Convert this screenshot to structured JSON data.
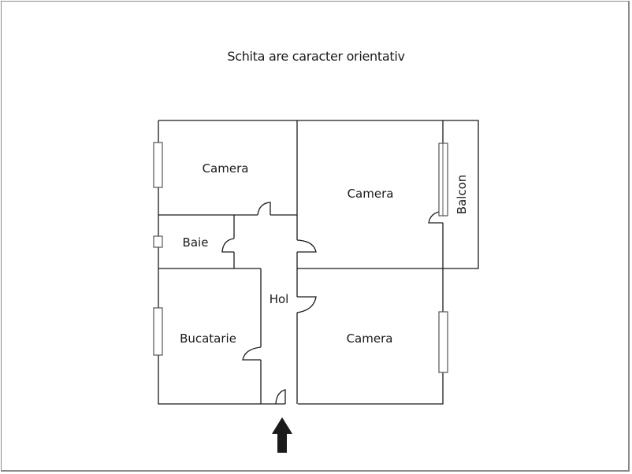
{
  "title": "Schita are caracter orientativ",
  "rooms": [
    {
      "id": "camera-1",
      "label": "Camera"
    },
    {
      "id": "camera-2",
      "label": "Camera"
    },
    {
      "id": "camera-3",
      "label": "Camera"
    },
    {
      "id": "baie",
      "label": "Baie"
    },
    {
      "id": "hol",
      "label": "Hol"
    },
    {
      "id": "bucatarie",
      "label": "Bucatarie"
    },
    {
      "id": "balcon",
      "label": "Balcon"
    }
  ],
  "icons": {
    "entrance": "arrow-up-icon"
  },
  "colors": {
    "wall": "#1a1a1a",
    "window": "#555555",
    "border": "#8a8a8a",
    "arrow": "#1a1a1a"
  }
}
